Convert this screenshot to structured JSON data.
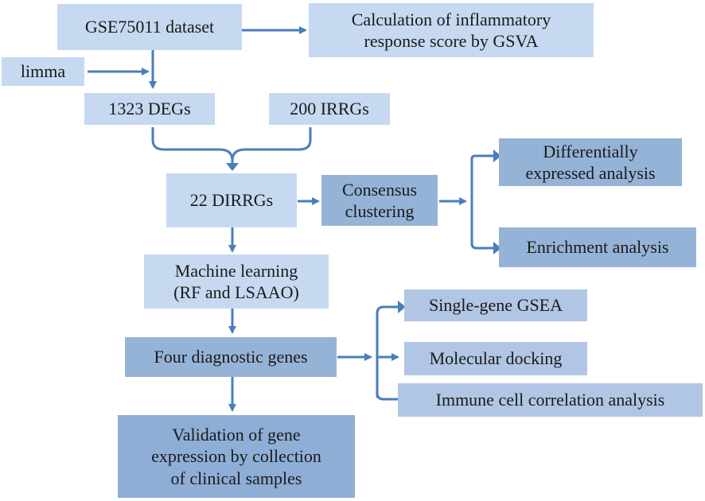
{
  "nodes": {
    "gse": "GSE75011 dataset",
    "gsva": "Calculation of  inflammatory\nresponse score by GSVA",
    "limma": "limma",
    "degs": "1323 DEGs",
    "irrgs": "200  IRRGs",
    "dirrgs": "22 DIRRGs",
    "consensus": "Consensus\nclustering",
    "diffexp": "Differentially\nexpressed analysis",
    "enrich": "Enrichment analysis",
    "ml": "Machine learning\n(RF and LSAAO)",
    "four": "Four diagnostic genes",
    "gsea": "Single-gene GSEA",
    "docking": "Molecular docking",
    "immune": "Immune cell correlation analysis",
    "validation": "Validation of gene\nexpression by collection\nof clinical samples"
  },
  "colors": {
    "arrow": "#4a7ebb",
    "light_box": "#c6d9f1",
    "dark_box": "#95b3d7"
  }
}
